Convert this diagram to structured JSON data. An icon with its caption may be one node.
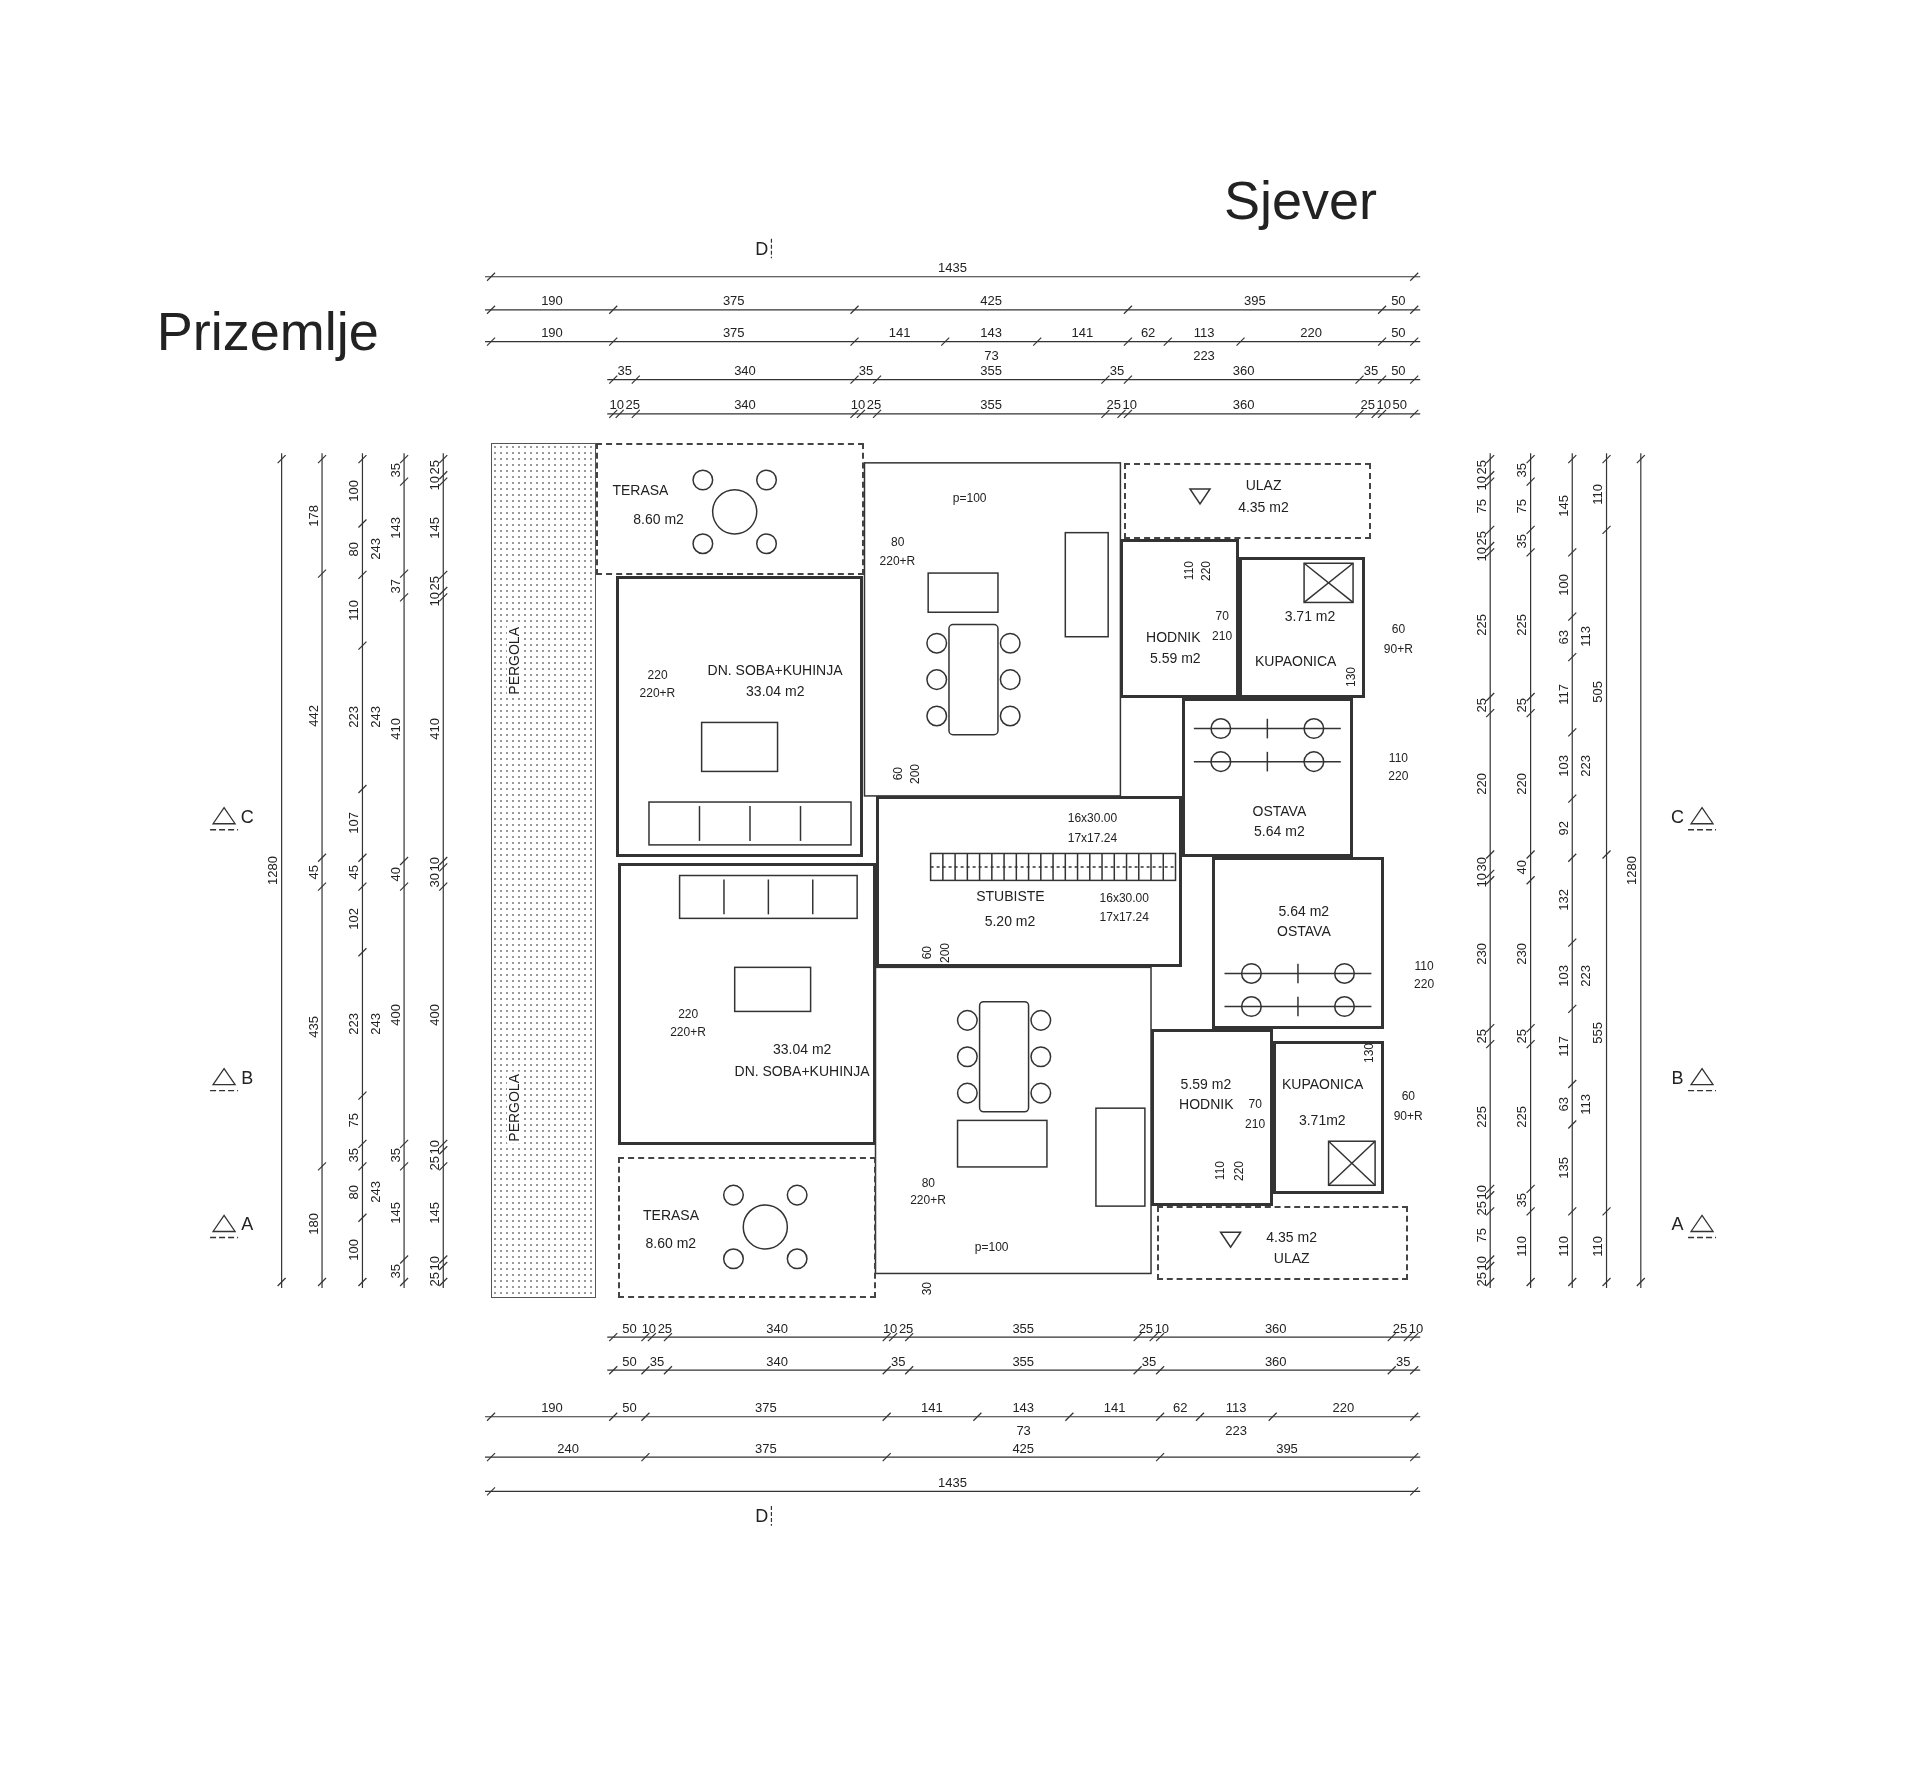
{
  "diagram": {
    "title": "Prizemlje",
    "nodes": [
      {
        "text": [
          "PERGOLA",
          "PERGOLA"
        ]
      },
      {
        "text": [
          "TERASA",
          "8.60 m2"
        ]
      },
      {
        "text": [
          "ULAZ",
          "4.35 m2"
        ]
      },
      {
        "text": [
          "DN. SOBA+KUHINJA",
          "33.04 m2"
        ]
      },
      {
        "text": [
          "HODNIK",
          "5.59 m2"
        ]
      },
      {
        "text": [
          "3.71 m2",
          "KUPAONICA"
        ]
      },
      {
        "text": [
          "OSTAVA",
          "5.64 m2"
        ]
      },
      {
        "text": [
          "STUBISTE",
          "5.20 m2"
        ]
      },
      {
        "text": [
          "5.64 m2",
          "OSTAVA"
        ]
      },
      {
        "text": [
          "33.04 m2",
          "DN. SOBA+KUHINJA"
        ]
      },
      {
        "text": [
          "5.59 m2",
          "HODNIK"
        ]
      },
      {
        "text": [
          "KUPAONICA",
          "3.71m2"
        ]
      },
      {
        "text": [
          "TERASA",
          "8.60 m2"
        ]
      },
      {
        "text": [
          "4.35 m2",
          "ULAZ"
        ]
      }
    ],
    "labels": [
      "Sjever",
      "D",
      "1435",
      "190",
      "375",
      "425",
      "395",
      "50",
      "190",
      "375",
      "141",
      "143",
      "141",
      "62",
      "113",
      "220",
      "50",
      "73",
      "223",
      "35",
      "340",
      "35",
      "355",
      "35",
      "360",
      "35",
      "50",
      "10",
      "25",
      "340",
      "10",
      "25",
      "355",
      "25",
      "10",
      "360",
      "25",
      "10",
      "50",
      "C",
      "B",
      "A",
      "1280",
      "178",
      "442",
      "45",
      "435",
      "180",
      "100",
      "80",
      "110",
      "223",
      "107",
      "45",
      "102",
      "223",
      "75",
      "35",
      "80",
      "100",
      "243",
      "243",
      "243",
      "243",
      "35",
      "143",
      "37",
      "410",
      "40",
      "400",
      "35",
      "145",
      "35",
      "25",
      "10",
      "145",
      "25",
      "10",
      "410",
      "10",
      "30",
      "400",
      "10",
      "25",
      "145",
      "10",
      "25",
      "p=100",
      "80",
      "220+R",
      "110",
      "220",
      "70",
      "210",
      "60",
      "90+R",
      "130",
      "220",
      "220+R",
      "110",
      "220",
      "60",
      "200",
      "16x30.00",
      "17x17.24",
      "16x30.00",
      "17x17.24",
      "60",
      "200",
      "110",
      "220",
      "220",
      "220+R",
      "130",
      "60",
      "90+R",
      "70",
      "210",
      "110",
      "220",
      "80",
      "220+R",
      "p=100",
      "30",
      "25",
      "10",
      "75",
      "25",
      "10",
      "225",
      "25",
      "220",
      "30",
      "10",
      "230",
      "25",
      "225",
      "10",
      "25",
      "75",
      "10",
      "25",
      "35",
      "75",
      "35",
      "225",
      "25",
      "220",
      "40",
      "230",
      "25",
      "225",
      "35",
      "110",
      "145",
      "100",
      "63",
      "117",
      "103",
      "92",
      "132",
      "103",
      "117",
      "63",
      "135",
      "110",
      "113",
      "223",
      "223",
      "113",
      "110",
      "505",
      "555",
      "110",
      "1280",
      "C",
      "B",
      "A",
      "50",
      "10",
      "25",
      "340",
      "10",
      "25",
      "355",
      "25",
      "10",
      "360",
      "25",
      "10",
      "50",
      "35",
      "340",
      "35",
      "355",
      "35",
      "360",
      "35",
      "190",
      "50",
      "375",
      "141",
      "143",
      "141",
      "62",
      "113",
      "220",
      "73",
      "223",
      "240",
      "375",
      "425",
      "395",
      "1435",
      "D"
    ]
  }
}
